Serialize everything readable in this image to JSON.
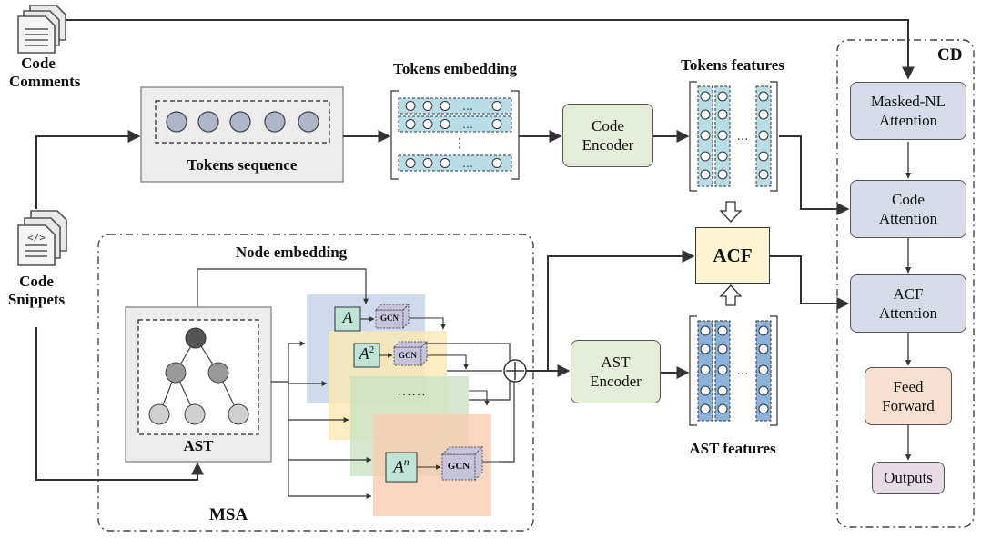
{
  "inputs": {
    "comments_line1": "Code",
    "comments_line2": "Comments",
    "snippets_line1": "Code",
    "snippets_line2": "Snippets"
  },
  "tokens": {
    "sequence_label": "Tokens sequence",
    "embedding_label": "Tokens embedding",
    "features_label": "Tokens features",
    "ellipsis": "..."
  },
  "encoders": {
    "code_encoder": [
      "Code",
      "Encoder"
    ],
    "ast_encoder": [
      "AST",
      "Encoder"
    ]
  },
  "msa": {
    "label": "MSA",
    "node_embedding_label": "Node embedding",
    "ast_label": "AST",
    "ast_features_label": "AST features",
    "matrices": [
      "A",
      "A",
      "A"
    ],
    "matrix_powers": [
      "",
      "2",
      "n"
    ],
    "gcn_label": "GCN",
    "dots": "……",
    "sum_symbol": "+"
  },
  "acf": {
    "label": "ACF"
  },
  "cd": {
    "label": "CD",
    "masked_nl": [
      "Masked-NL",
      "Attention"
    ],
    "code_attention": [
      "Code",
      "Attention"
    ],
    "acf_attention": [
      "ACF",
      "Attention"
    ],
    "feed_forward": [
      "Feed",
      "Forward"
    ],
    "outputs": "Outputs"
  },
  "colors": {
    "attention_box": "#d5dce7",
    "feed_forward_box": "#f9dfd0",
    "outputs_box": "#e8dbe8",
    "encoder_box": "#e3edd8",
    "acf_box": "#fdf4d4",
    "token_bar": "#b9dde6",
    "ast_bar": "#8bb2da",
    "layer_blue": "#c7d3ec",
    "layer_yellow": "#fbe8b0",
    "layer_green": "#c8e2c2",
    "layer_orange": "#f8ccb2",
    "matrix_box": "#bfe3d6",
    "gcn_box": "#c6c3dc"
  }
}
